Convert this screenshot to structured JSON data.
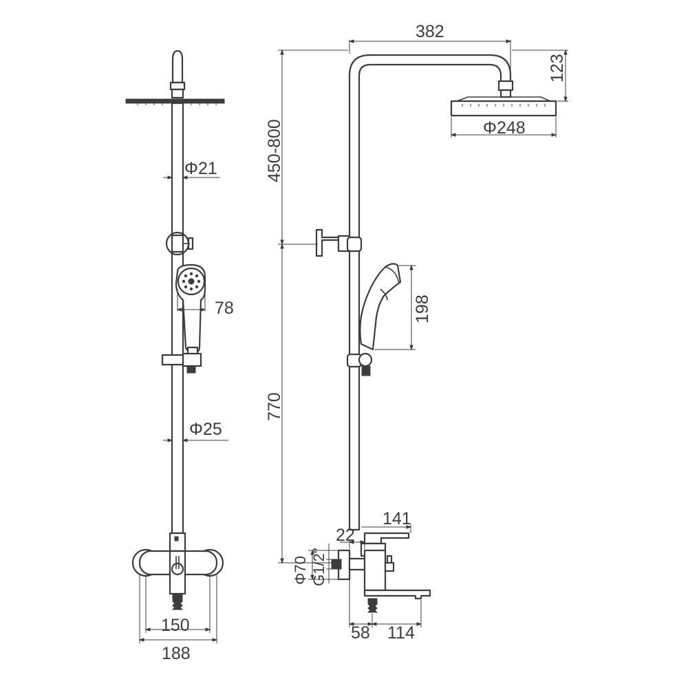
{
  "front_view": {
    "pipe_diameter_upper": "Φ21",
    "pipe_diameter_lower": "Φ25",
    "handshower_width": "78",
    "mixer_center_distance": "150",
    "mixer_overall_width": "188"
  },
  "side_view": {
    "arm_projection": "382",
    "head_drop": "123",
    "head_diameter": "Φ248",
    "adjustable_height": "450-800",
    "handshower_length": "198",
    "bar_height": "770",
    "spout_length": "141",
    "outlet_offset": "22",
    "flange_diameter": "Φ70",
    "inlet_thread": "G1/2\"",
    "wall_to_body": "58",
    "body_to_spout": "114"
  },
  "colors": {
    "line": "#3c3c3c",
    "background": "#ffffff"
  }
}
